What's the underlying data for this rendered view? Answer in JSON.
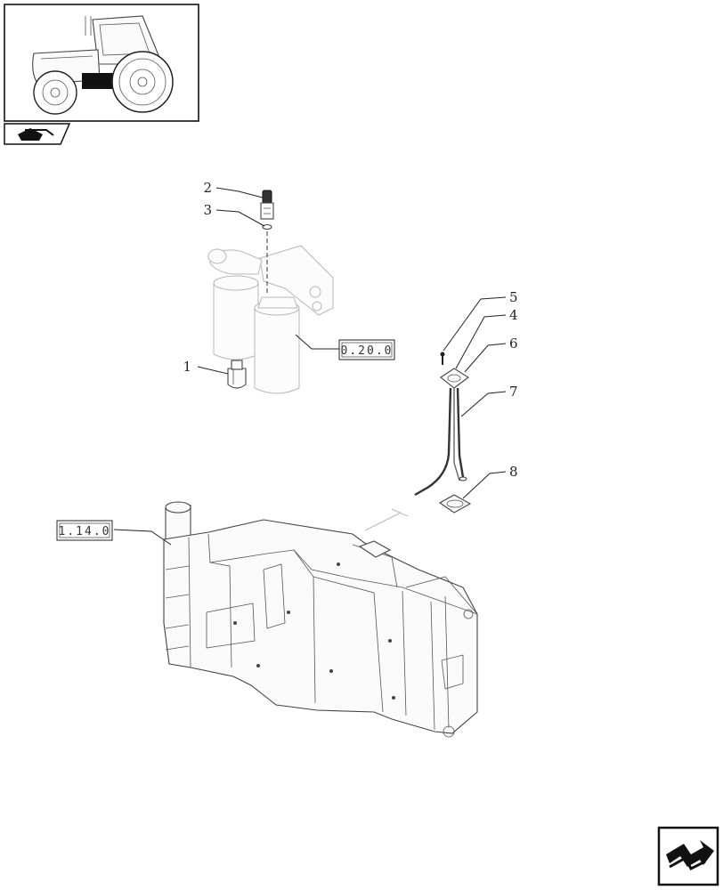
{
  "callouts": {
    "c1": "1",
    "c2": "2",
    "c3": "3",
    "c4": "4",
    "c5": "5",
    "c6": "6",
    "c7": "7",
    "c8": "8"
  },
  "refs": {
    "filter_ref": "0.20.0",
    "tank_ref": "1.14.0"
  },
  "icons": {
    "thumbnail": "tractor-thumbnail-icon",
    "section_tab": "section-tab-icon",
    "nav": "next-page-arrow-icon"
  }
}
